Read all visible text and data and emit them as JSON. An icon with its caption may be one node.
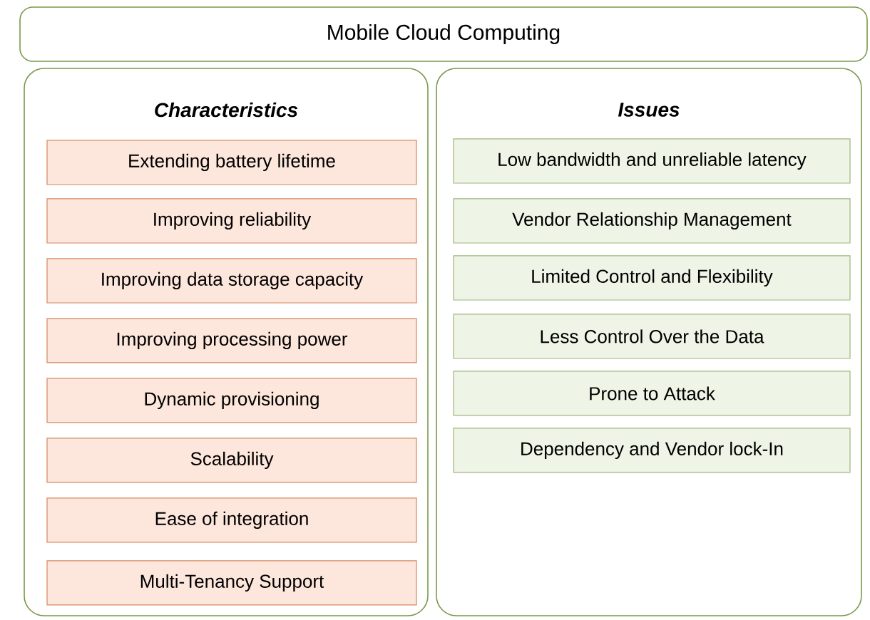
{
  "diagram": {
    "nodes": [
      {
        "text": [
          "Mobile Cloud Computing"
        ]
      },
      {
        "text": [
          "Characteristics"
        ]
      },
      {
        "text": [
          "Extending battery lifetime"
        ],
        "in": 1
      },
      {
        "text": [
          "Improving reliability"
        ],
        "in": 1
      },
      {
        "text": [
          "Improving data storage capacity"
        ],
        "in": 1
      },
      {
        "text": [
          "Improving processing power"
        ],
        "in": 1
      },
      {
        "text": [
          "Dynamic provisioning"
        ],
        "in": 1
      },
      {
        "text": [
          "Scalability"
        ],
        "in": 1
      },
      {
        "text": [
          "Ease of integration"
        ],
        "in": 1
      },
      {
        "text": [
          "Multi-Tenancy Support"
        ],
        "in": 1
      },
      {
        "text": [
          "Issues"
        ]
      },
      {
        "text": [
          "Low bandwidth and unreliable latency"
        ],
        "in": 10
      },
      {
        "text": [
          "Vendor Relationship Management"
        ],
        "in": 10
      },
      {
        "text": [
          "Limited Control and Flexibility"
        ],
        "in": 10
      },
      {
        "text": [
          "Less Control Over the Data"
        ],
        "in": 10
      },
      {
        "text": [
          "Prone to Attack"
        ],
        "in": 10
      },
      {
        "text": [
          "Dependency and Vendor lock-In"
        ],
        "in": 10
      }
    ]
  }
}
